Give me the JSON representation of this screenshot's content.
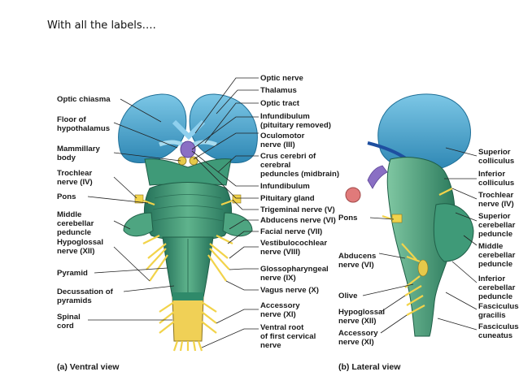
{
  "heading": "With all the labels….",
  "ventral": {
    "caption": "(a) Ventral view",
    "left_labels": [
      "Optic chiasma",
      "Floor of",
      "hypothalamus",
      "Mammillary",
      "body",
      "Trochlear",
      "nerve (IV)",
      "Pons",
      "Middle",
      "cerebellar",
      "peduncle",
      "Hypoglossal",
      "nerve (XII)",
      "Pyramid",
      "Decussation of",
      "pyramids",
      "Spinal",
      "cord"
    ],
    "center_labels": [
      "Optic nerve",
      "Thalamus",
      "Optic tract",
      "Infundibulum",
      "(pituitary removed)",
      "Oculomotor",
      "nerve (III)",
      "Crus cerebri of",
      "cerebral",
      "peduncles (midbrain)",
      "Infundibulum",
      "Pituitary gland",
      "Trigeminal nerve (V)",
      "Abducens nerve (VI)",
      "Facial nerve (VII)",
      "Vestibulocochlear",
      "nerve (VIII)",
      "Glossopharyngeal",
      "nerve (IX)",
      "Vagus nerve (X)",
      "Accessory",
      "nerve (XI)",
      "Ventral root",
      "of first cervical",
      "nerve"
    ]
  },
  "lateral": {
    "caption": "(b) Lateral view",
    "inner_labels": [
      "Pons",
      "Abducens",
      "nerve (VI)",
      "Olive",
      "Hypoglossal",
      "nerve (XII)",
      "Accessory",
      "nerve (XI)"
    ],
    "right_labels": [
      "Superior",
      "colliculus",
      "Inferior",
      "colliculus",
      "Trochlear",
      "nerve (IV)",
      "Superior",
      "cerebellar",
      "peduncle",
      "Middle",
      "cerebellar",
      "peduncle",
      "Inferior",
      "cerebellar",
      "peduncle",
      "Fasciculus",
      "gracilis",
      "Fasciculus",
      "cuneatus"
    ]
  },
  "colors": {
    "hemisphere": "#4aa3cc",
    "brainstem": "#2f8a6a",
    "brainstem_light": "#5fb38c",
    "nerve": "#f2d34a",
    "pituitary": "#e07a7a",
    "infundibulum": "#8a6fc4"
  }
}
